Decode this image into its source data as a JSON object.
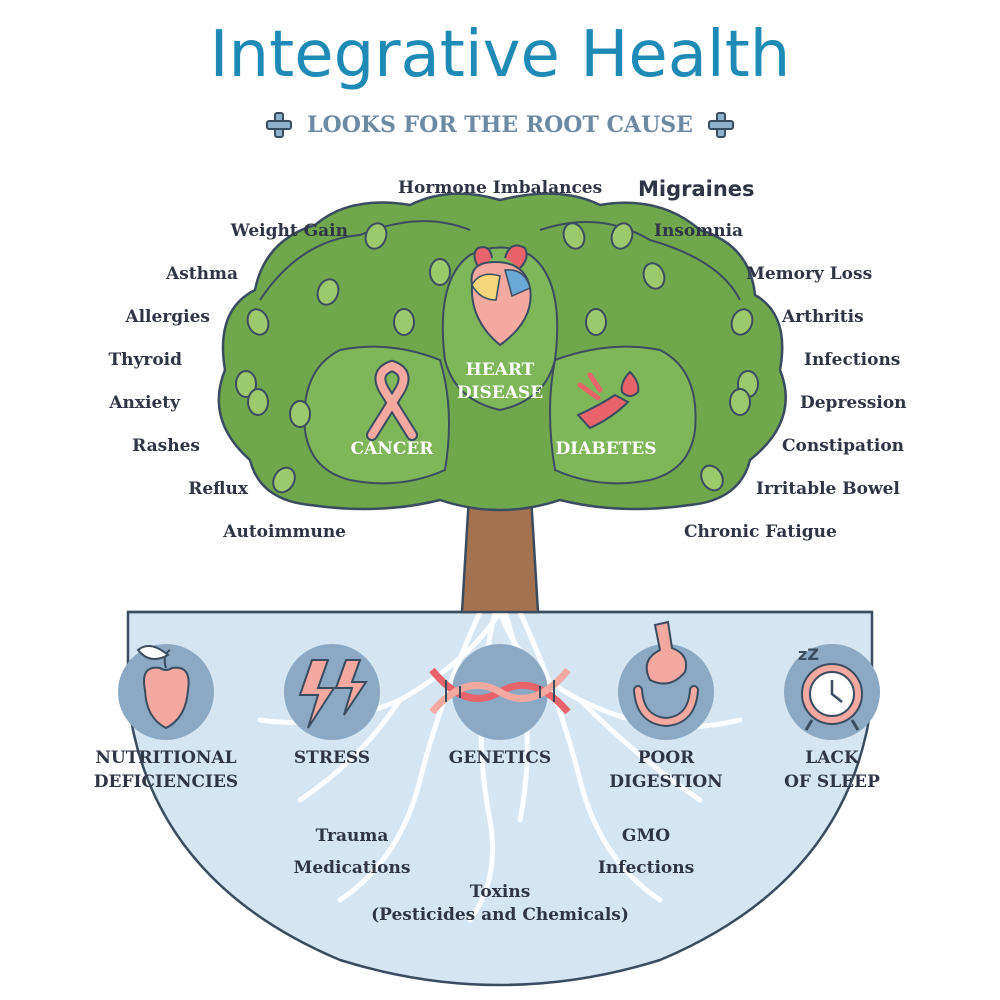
{
  "title": "Integrative Health",
  "subtitle": "LOOKS FOR THE ROOT CAUSE",
  "symptoms_left": [
    "Weight Gain",
    "Asthma",
    "Allergies",
    "Thyroid",
    "Anxiety",
    "Rashes",
    "Reflux",
    "Autoimmune"
  ],
  "symptoms_top": [
    "Hormone Imbalances",
    "Migraines"
  ],
  "symptoms_right": [
    "Insomnia",
    "Memory Loss",
    "Arthritis",
    "Infections",
    "Depression",
    "Constipation",
    "Irritable Bowel",
    "Chronic Fatigue"
  ],
  "diseases": {
    "heart_line1": "HEART",
    "heart_line2": "DISEASE",
    "cancer": "CANCER",
    "diabetes": "DIABETES"
  },
  "root_causes": [
    {
      "line1": "NUTRITIONAL",
      "line2": "DEFICIENCIES",
      "icon": "apple-icon"
    },
    {
      "line1": "STRESS",
      "line2": "",
      "icon": "lightning-icon"
    },
    {
      "line1": "GENETICS",
      "line2": "",
      "icon": "dna-icon"
    },
    {
      "line1": "POOR",
      "line2": "DIGESTION",
      "icon": "stomach-icon"
    },
    {
      "line1": "LACK",
      "line2": "OF SLEEP",
      "icon": "alarm-clock-icon"
    }
  ],
  "other_causes": {
    "trauma": "Trauma",
    "medications": "Medications",
    "gmo": "GMO",
    "infections": "Infections",
    "toxins_line1": "Toxins",
    "toxins_line2": "(Pesticides and Chemicals)"
  },
  "colors": {
    "title": "#1f8ab5",
    "subtitle": "#6d8aa4",
    "foliage": "#6fa84c",
    "foliage_light": "#9cc96c",
    "trunk": "#a4724f",
    "ground": "#cfe0ef",
    "icon_circle": "#8ba9c5",
    "icon_pink": "#f3a8a0",
    "text_dark": "#2f3545"
  }
}
